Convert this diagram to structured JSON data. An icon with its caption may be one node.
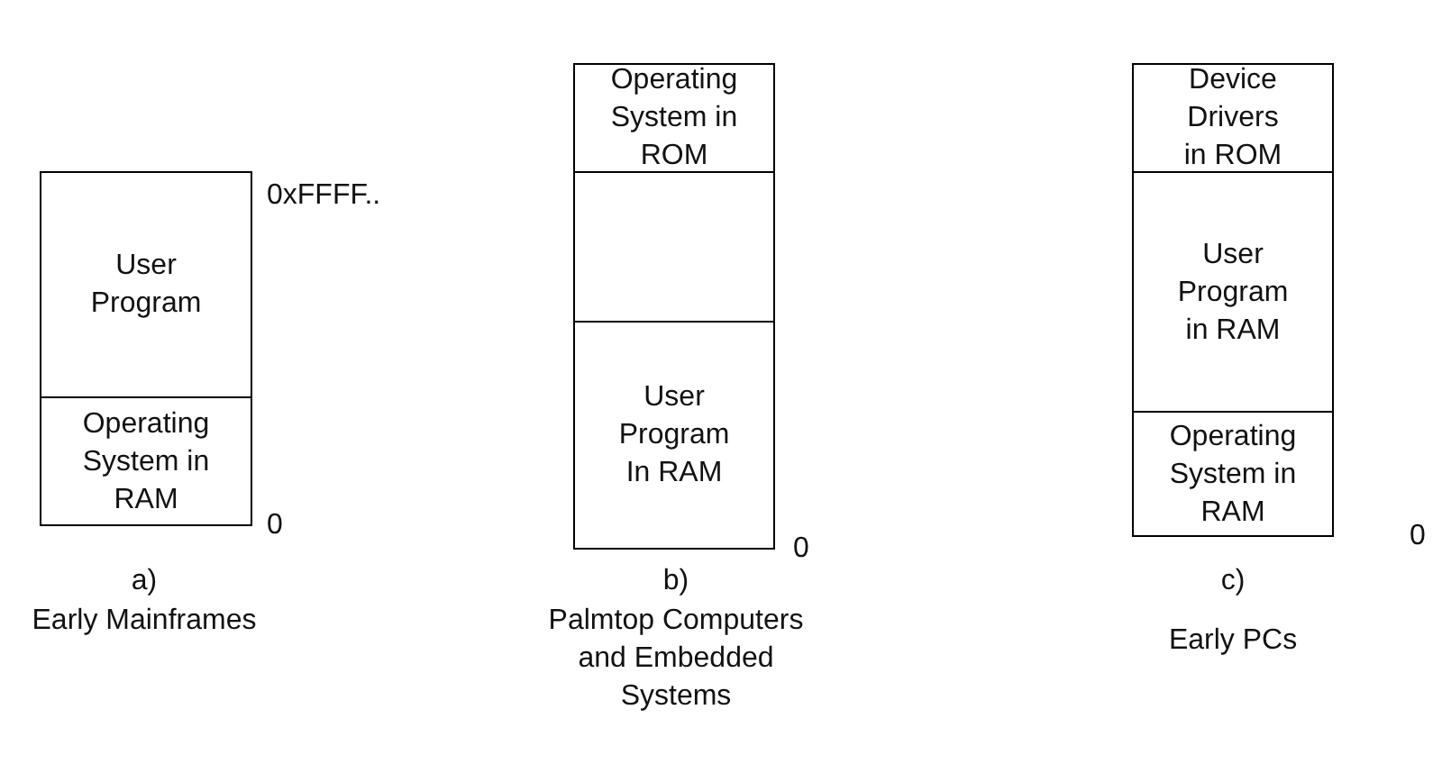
{
  "diagram": {
    "nodes": [
      {
        "text": [
          "User Program"
        ]
      },
      {
        "text": [
          "Operating System in RAM"
        ]
      },
      {
        "text": [
          "Operating System in ROM"
        ]
      },
      {
        "text": [],
        "shape": "box"
      },
      {
        "text": [
          "User Program In RAM"
        ]
      },
      {
        "text": [
          "Device Drivers in ROM"
        ]
      },
      {
        "text": [
          "User Program in RAM"
        ]
      },
      {
        "text": [
          "Operating System in RAM"
        ]
      }
    ],
    "labels": [
      "0xFFFF..",
      "0",
      "a)",
      "Early Mainframes",
      "0",
      "b)",
      "Palmtop Computers and Embedded Systems",
      "0",
      "c)",
      "Early PCs"
    ]
  }
}
